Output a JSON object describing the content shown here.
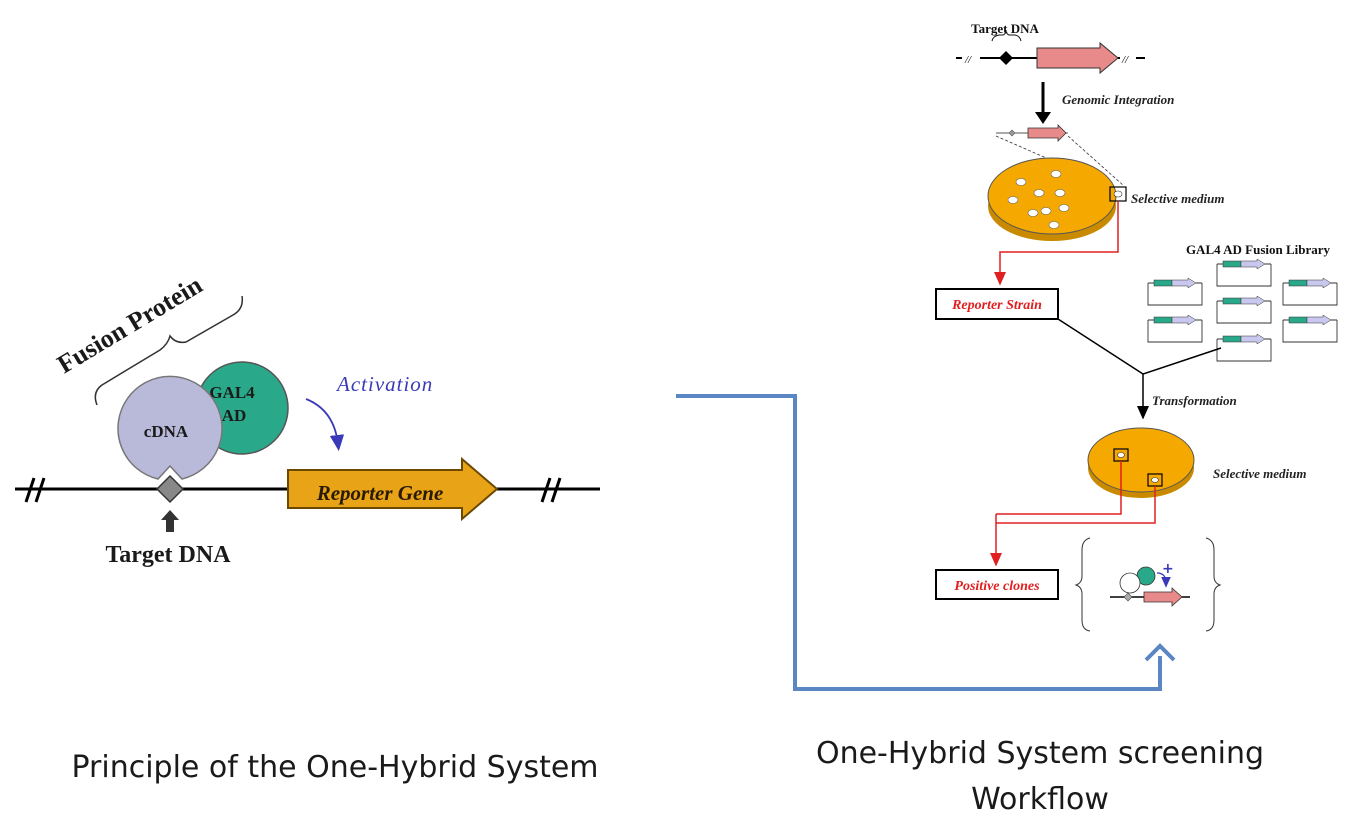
{
  "left_panel": {
    "fusion_protein_label": "Fusion Protein",
    "gal4_line1": "GAL4",
    "gal4_line2": "AD",
    "cdna_label": "cDNA",
    "activation_label": "Activation",
    "reporter_gene_label": "Reporter Gene",
    "target_dna_label": "Target DNA",
    "caption": "Principle of the One-Hybrid System"
  },
  "right_panel": {
    "target_dna_label": "Target DNA",
    "genomic_integration_label": "Genomic Integration",
    "selective_medium_1": "Selective medium",
    "library_label": "GAL4 AD Fusion Library",
    "reporter_strain_label": "Reporter Strain",
    "transformation_label": "Transformation",
    "selective_medium_2": "Selective medium",
    "positive_clones_label": "Positive clones",
    "plus_sign": "+",
    "caption_line1": "One-Hybrid System screening",
    "caption_line2": "Workflow"
  },
  "colors": {
    "reporter_fill": "#e8a317",
    "plate_fill": "#f5a800",
    "cdna_fill": "#b9b9d9",
    "gal4_fill": "#2aa88a",
    "activation_blue": "#3a3ab8",
    "connector_blue": "#5b86c4",
    "highlight_red": "#e02020",
    "gene_pink": "#e88a8a"
  }
}
